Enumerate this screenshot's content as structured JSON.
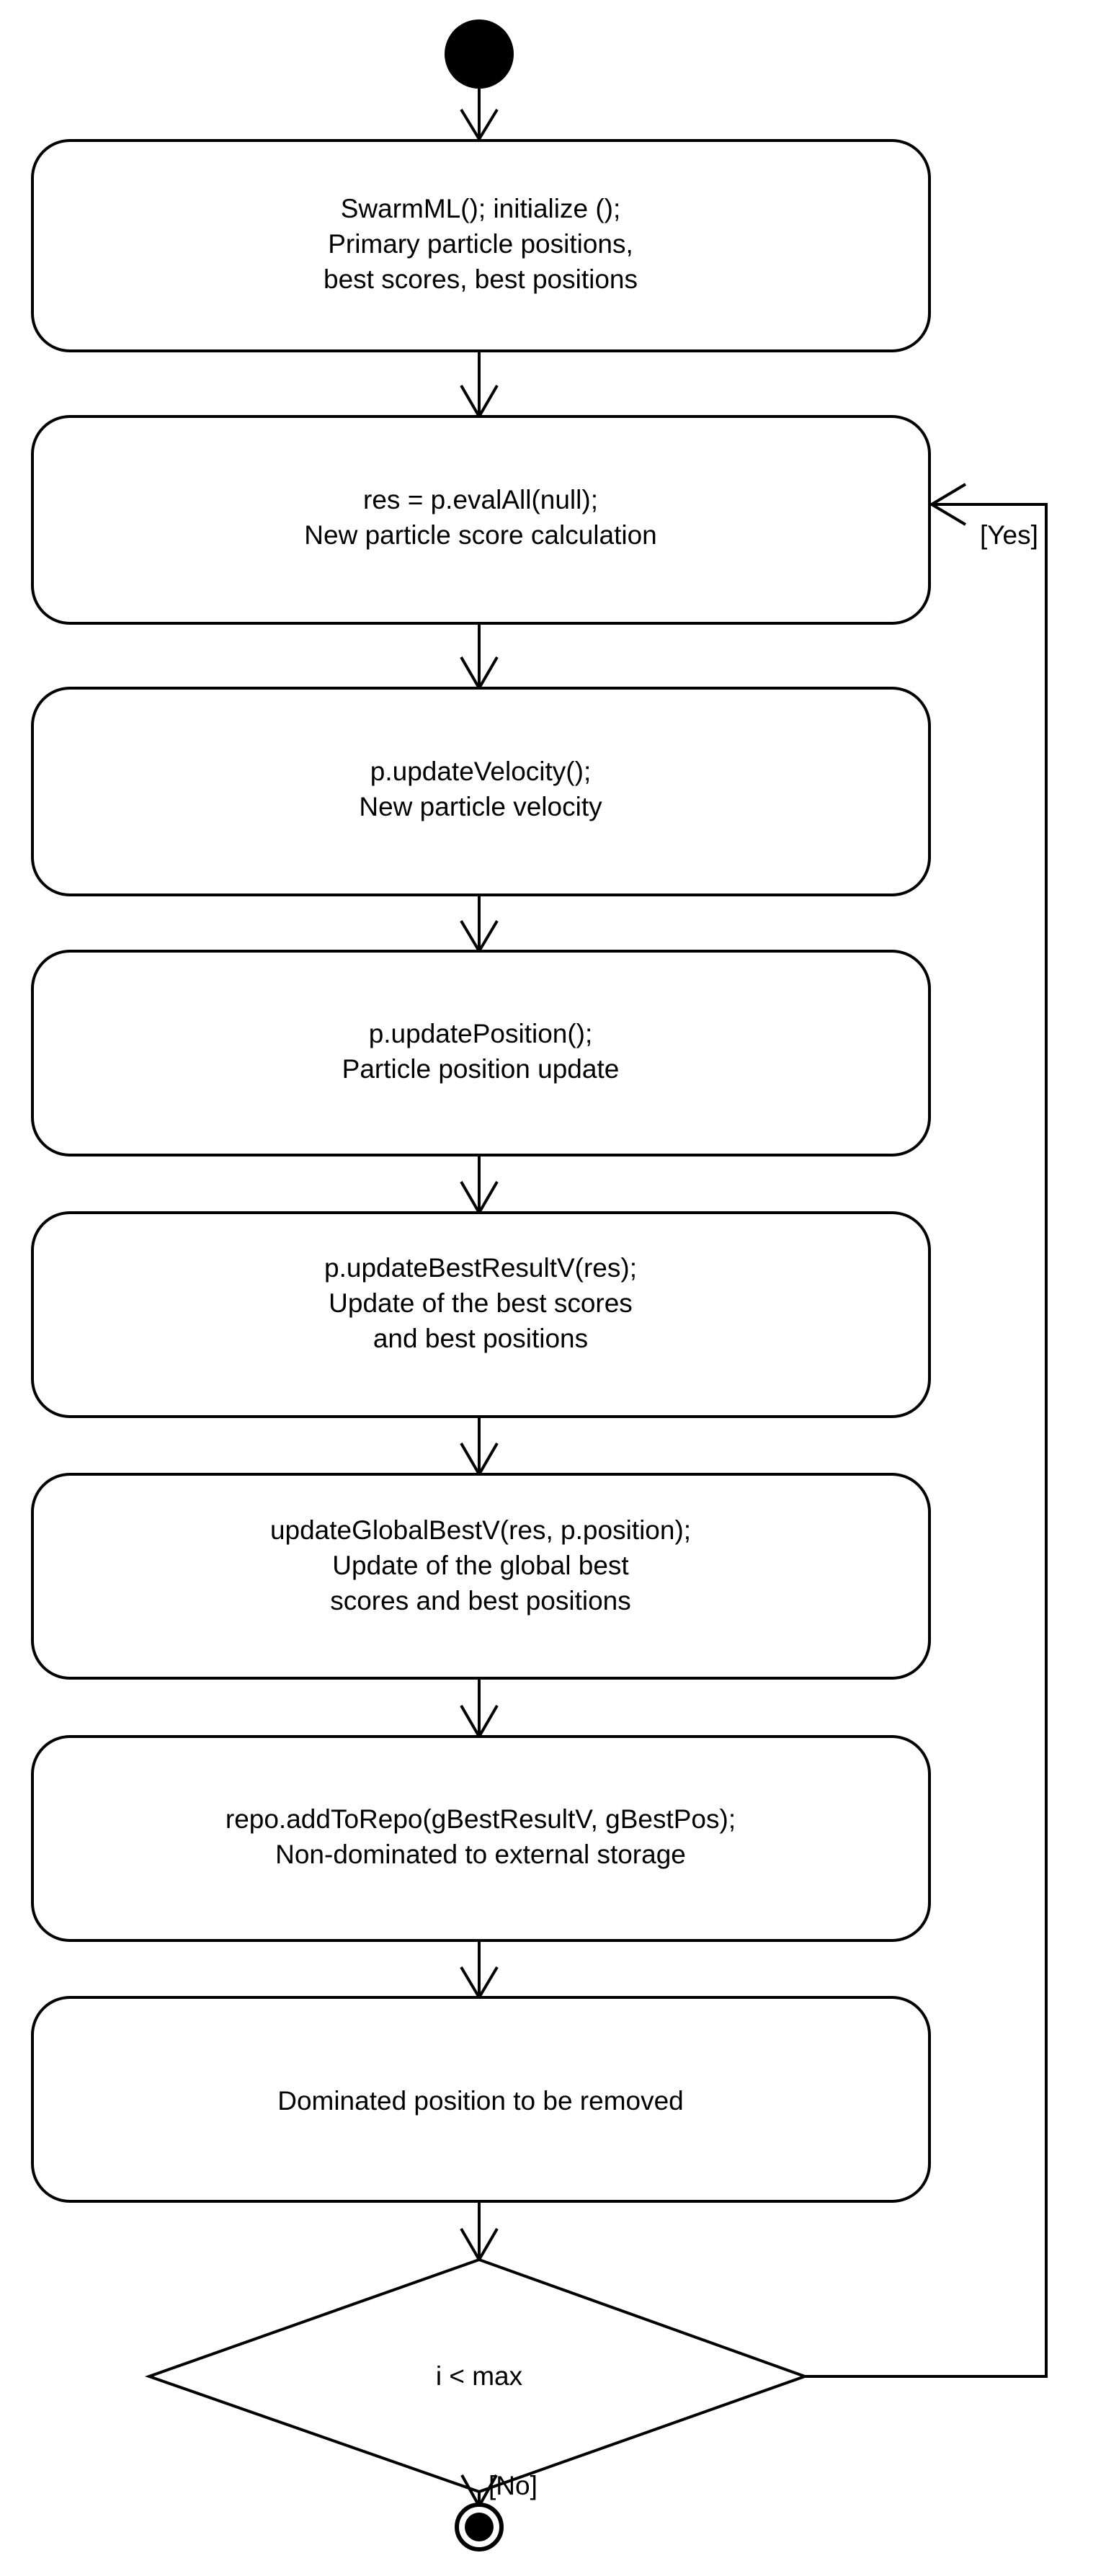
{
  "diagram": {
    "type": "uml-activity-diagram",
    "title": "",
    "colors": {
      "stroke": "#000000",
      "fill": "#ffffff",
      "text": "#000000",
      "background": "#ffffff"
    },
    "start_node": {
      "name": "initial-node",
      "shape": "filled-circle"
    },
    "end_node": {
      "name": "final-node",
      "shape": "ring-with-filled-circle"
    },
    "activities": [
      {
        "id": "init",
        "lines": [
          "SwarmML(); initialize ();",
          "Primary particle positions,",
          "best scores, best positions"
        ]
      },
      {
        "id": "eval",
        "lines": [
          "res = p.evalAll(null);",
          "New particle score calculation"
        ]
      },
      {
        "id": "velocity",
        "lines": [
          "p.updateVelocity();",
          "New particle velocity"
        ]
      },
      {
        "id": "position",
        "lines": [
          "p.updatePosition();",
          "Particle position update"
        ]
      },
      {
        "id": "best-result",
        "lines": [
          "p.updateBestResultV(res);",
          "Update of the best scores",
          "and best positions"
        ]
      },
      {
        "id": "global-best",
        "lines": [
          "updateGlobalBestV(res, p.position);",
          "Update of the global best",
          "scores and best positions"
        ]
      },
      {
        "id": "repo",
        "lines": [
          "repo.addToRepo(gBestResultV, gBestPos);",
          "Non-dominated to external storage"
        ]
      },
      {
        "id": "remove",
        "lines": [
          "Dominated position to be removed"
        ]
      }
    ],
    "decision": {
      "id": "loop-condition",
      "label": "i < max"
    },
    "guards": {
      "yes": "[Yes]",
      "no": "[No]"
    }
  }
}
